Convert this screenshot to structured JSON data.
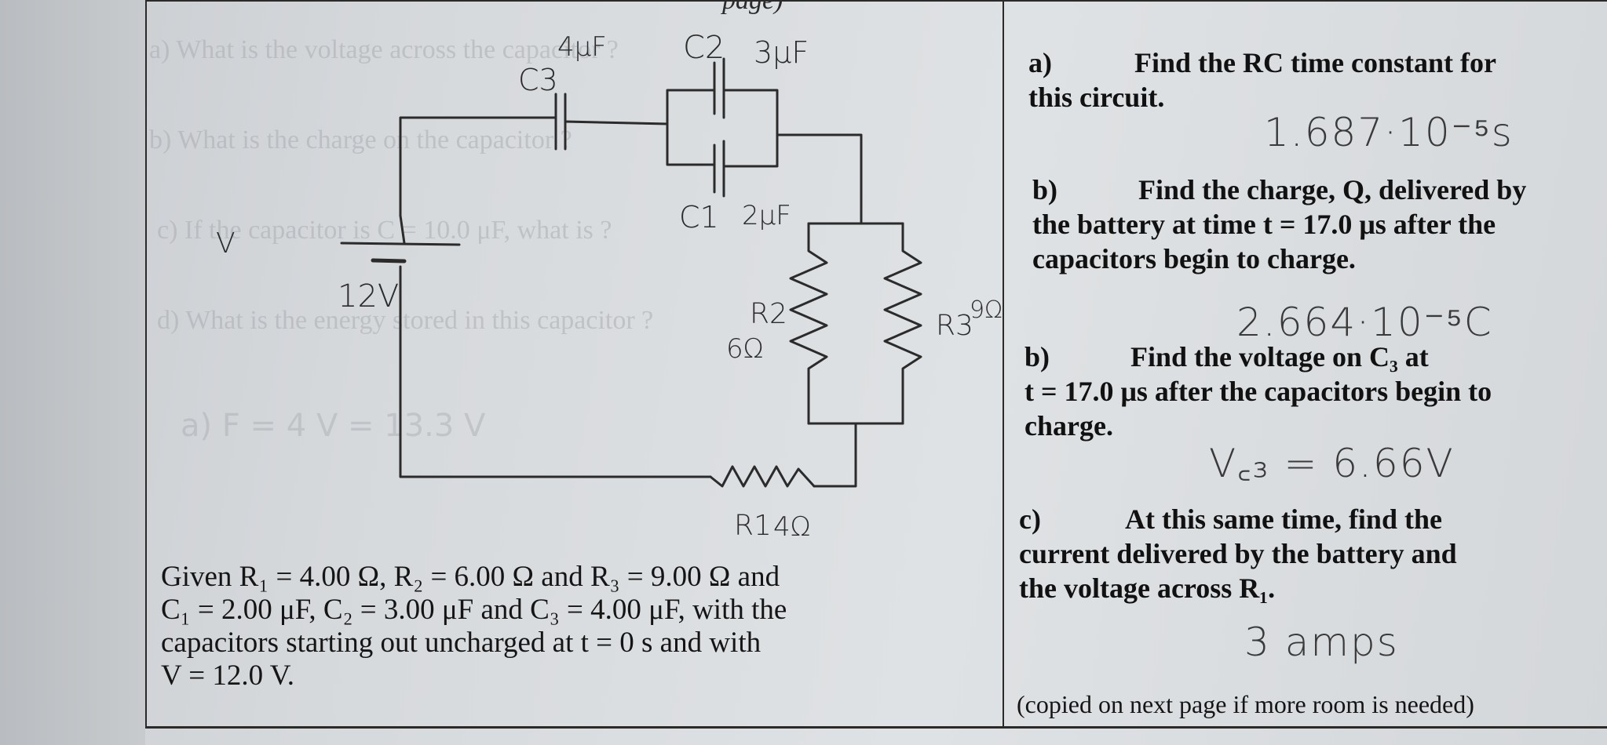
{
  "header_fragment": "page)",
  "circuit": {
    "battery_label": "V",
    "battery_value": "12V",
    "c3_label": "C3",
    "c3_value": "4μF",
    "c2_label": "C2",
    "c2_value": "3μF",
    "c1_label": "C1",
    "c1_value": "2μF",
    "r2_label": "R2",
    "r2_value": "6Ω",
    "r3_label": "R3",
    "r3_value": "9Ω",
    "r1_label": "R1",
    "r1_value": "4Ω"
  },
  "given": {
    "line1": "Given R₁ = 4.00 Ω, R₂ = 6.00 Ω and R₃ = 9.00 Ω  and",
    "line2": "C₁ = 2.00 μF, C₂ = 3.00 μF  and C₃ = 4.00 μF, with the",
    "line3": "capacitors starting out uncharged at t = 0 s and with",
    "line4": "V = 12.0 V."
  },
  "questions": [
    {
      "label": "a)",
      "first": "Find the RC time constant for",
      "rest": [
        "this circuit."
      ],
      "answer": "1.687·10⁻⁵s"
    },
    {
      "label": "b)",
      "first": "Find the charge, Q, delivered by",
      "rest": [
        "the battery at time t = 17.0 μs after the",
        "capacitors begin to charge."
      ],
      "answer": "2.664·10⁻⁵C"
    },
    {
      "label": "b)",
      "first": "Find the voltage on C₃ at",
      "rest": [
        "t = 17.0 μs after the capacitors begin to",
        "charge."
      ],
      "answer": "V꜀₃ = 6.66V"
    },
    {
      "label": "c)",
      "first": "At this same time, find the",
      "rest": [
        "current delivered by the battery and",
        "the voltage across R₁."
      ],
      "answer": "3 amps"
    }
  ],
  "footer_note": "(copied on next page if more room is needed)"
}
